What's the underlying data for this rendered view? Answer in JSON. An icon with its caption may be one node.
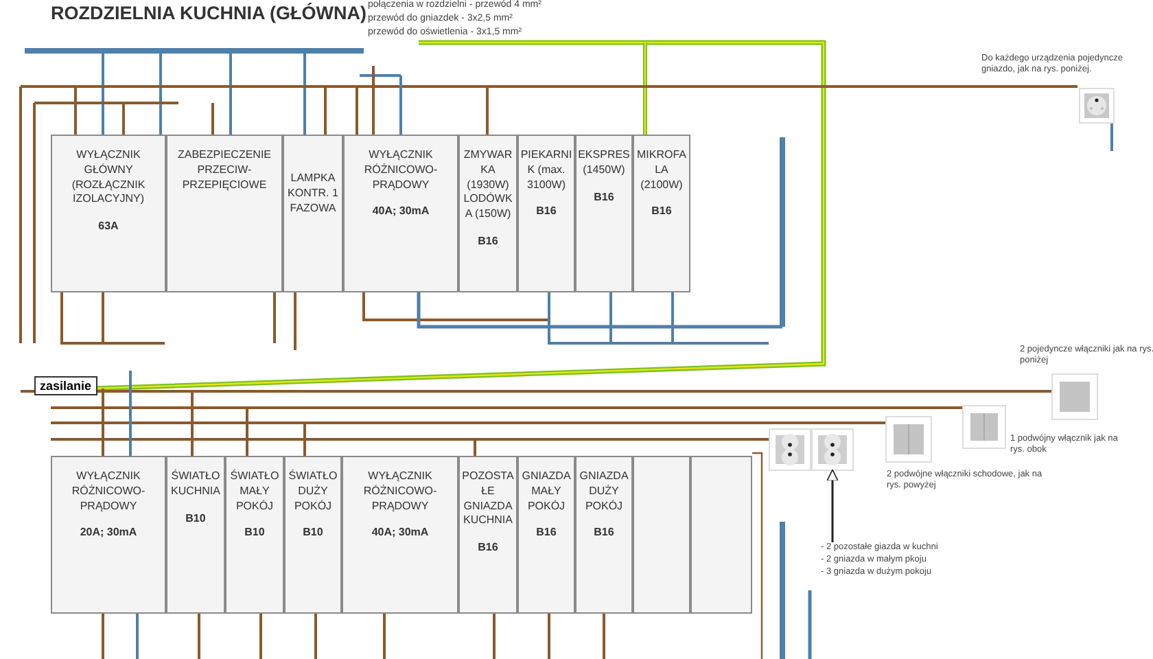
{
  "diagram": {
    "title": "ROZDZIELNIA KUCHNIA (GŁÓWNA)",
    "nodes": [
      {
        "text": [
          "WYŁĄCZNIK GŁÓWNY (ROZŁĄCZNIK IZOLACYJNY)",
          "63A"
        ]
      },
      {
        "text": [
          "ZABEZPIECZENIE PRZECIW-PRZEPIĘCIOWE"
        ]
      },
      {
        "text": [
          "LAMPKA KONTR. 1 FAZOWA"
        ]
      },
      {
        "text": [
          "WYŁĄCZNIK RÓŻNICOWO-PRĄDOWY",
          "40A; 30mA"
        ]
      },
      {
        "text": [
          "ZMYWARKA (1930W) LODÓWKA (150W)",
          "B16"
        ]
      },
      {
        "text": [
          "PIEKARNIK (max. 3100W)",
          "B16"
        ]
      },
      {
        "text": [
          "EKSPRES (1450W)",
          "B16"
        ]
      },
      {
        "text": [
          "MIKROFALA (2100W)",
          "B16"
        ]
      },
      {
        "text": [
          "zasilanie"
        ]
      },
      {
        "text": [
          "WYŁĄCZNIK RÓŻNICOWO-PRĄDOWY",
          "20A; 30mA"
        ]
      },
      {
        "text": [
          "ŚWIATŁO KUCHNIA",
          "B10"
        ]
      },
      {
        "text": [
          "ŚWIATŁO MAŁY POKÓJ",
          "B10"
        ]
      },
      {
        "text": [
          "ŚWIATŁO DUŻY POKÓJ",
          "B10"
        ]
      },
      {
        "text": [
          "WYŁĄCZNIK RÓŻNICOWO-PRĄDOWY",
          "40A; 30mA"
        ]
      },
      {
        "text": [
          "POZOSTAŁE GNIAZDA KUCHNIA",
          "B16"
        ]
      },
      {
        "text": [
          "GNIAZDA MAŁY POKÓJ",
          "B16"
        ]
      },
      {
        "text": [
          "GNIAZDA DUŻY POKÓJ",
          "B16"
        ]
      },
      {
        "text": [],
        "shape": "box"
      },
      {
        "text": [],
        "shape": "box"
      },
      {
        "text": [],
        "shape": "picture",
        "beside": [
          "Do każdego urządzenia pojedyncze gniazdo, jak na rys. poniżej."
        ]
      },
      {
        "text": [],
        "shape": "picture"
      },
      {
        "text": [],
        "shape": "picture"
      },
      {
        "text": [],
        "shape": "picture",
        "beside": [
          "2 podwójne włączniki schodowe, jak na rys. powyżej"
        ]
      },
      {
        "text": [],
        "shape": "picture",
        "beside": [
          "1 podwójny włącznik jak na rys. obok"
        ]
      },
      {
        "text": [],
        "shape": "picture",
        "beside": [
          "2 pojedyncze włączniki jak na rys. poniżej"
        ]
      },
      {
        "text": [
          "- 2 pozostałe giazda w kuchni",
          "- 2 gniazda w małym pkoju",
          "- 3 gniazda w dużym pokoju"
        ]
      }
    ],
    "edges": [
      {
        "from": 25,
        "to": 21,
        "arrow": "to"
      }
    ],
    "labels": [
      "połączenia w rozdzielni - przewód 4 mm²",
      "przewód do gniazdek - 3x2,5 mm²",
      "przewód do oświetlenia - 3x1,5 mm²"
    ]
  }
}
